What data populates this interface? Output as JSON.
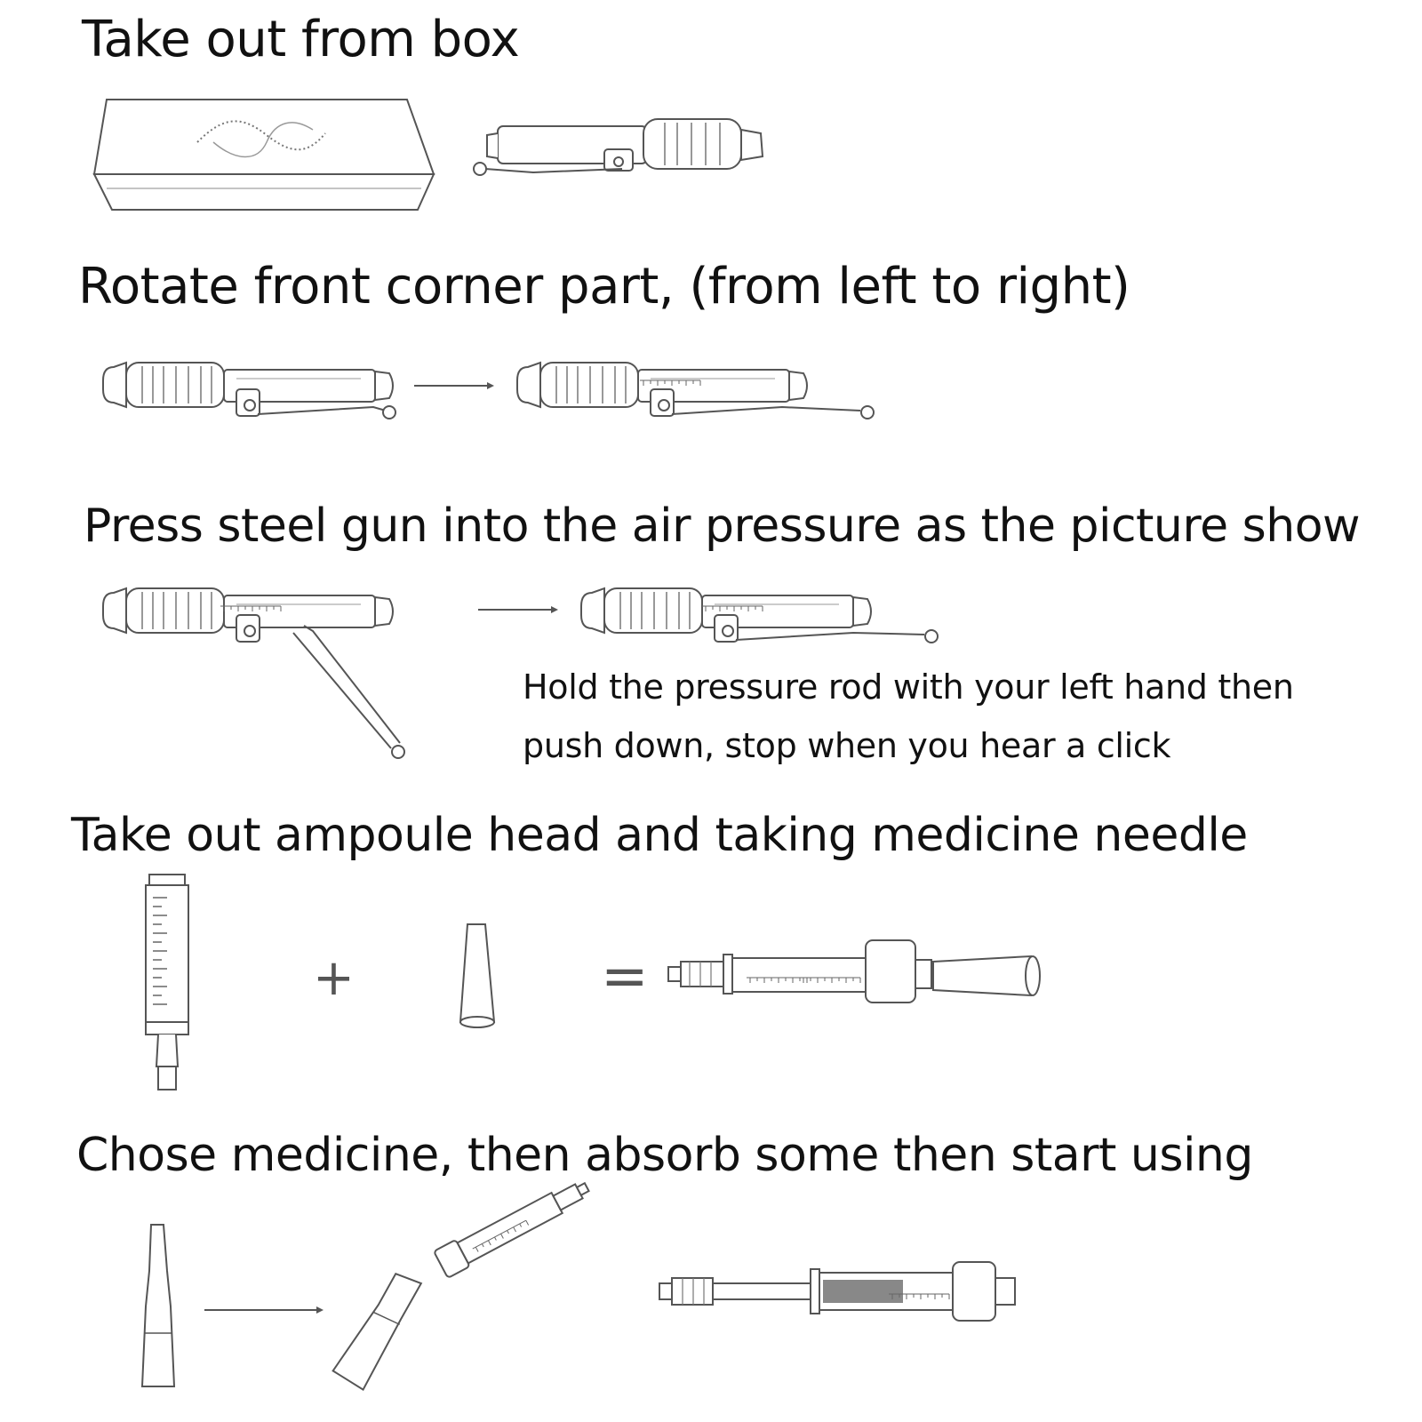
{
  "steps": [
    {
      "title": "Take out from box"
    },
    {
      "title": "Rotate front corner part, (from left to right)"
    },
    {
      "title": "Press steel gun into the air pressure as the picture show",
      "note_lines": [
        "Hold the pressure rod with your left hand then",
        "push down, stop when you hear a click"
      ]
    },
    {
      "title": "Take out ampoule head and taking medicine needle",
      "plus_symbol": "+",
      "equals_symbol": "="
    },
    {
      "title": "Chose medicine, then absorb some then start using"
    }
  ],
  "icons": [
    "box-icon",
    "injector-pen-icon",
    "arrow-right-icon",
    "ampoule-syringe-icon",
    "needle-cap-icon",
    "assembled-syringe-icon",
    "medicine-vial-icon"
  ]
}
